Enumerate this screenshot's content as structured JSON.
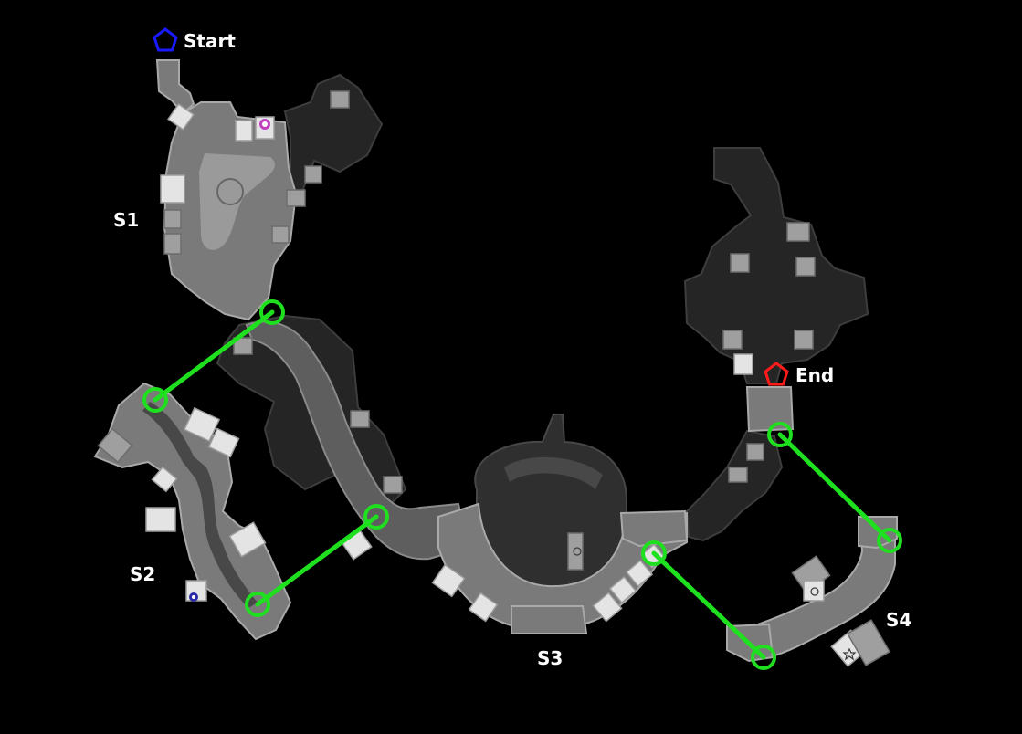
{
  "markers": {
    "start": {
      "label": "Start",
      "color": "#1a1aff",
      "icon": "pentagon-marker-icon"
    },
    "end": {
      "label": "End",
      "color": "#ff1a1a",
      "icon": "pentagon-marker-icon"
    }
  },
  "sections": [
    {
      "id": "s1",
      "label": "S1"
    },
    {
      "id": "s2",
      "label": "S2"
    },
    {
      "id": "s3",
      "label": "S3"
    },
    {
      "id": "s4",
      "label": "S4"
    }
  ],
  "route": {
    "color": "#1fe01f",
    "connections": [
      {
        "from": "s1",
        "to": "s2"
      },
      {
        "from": "s2",
        "to": "s3"
      },
      {
        "from": "s3",
        "to": "s4"
      },
      {
        "from": "s4",
        "to": "end"
      }
    ]
  },
  "colors": {
    "background": "#000000",
    "explored_floor": "#7a7a7a",
    "unexplored_floor": "#2f2f2f",
    "route": "#1fe01f",
    "start_marker": "#1a1aff",
    "end_marker": "#ff1a1a",
    "objective_icon": "#c040c0"
  },
  "icons": [
    "pentagon-marker-icon",
    "vendor-icon",
    "save-point-icon",
    "objective-icon",
    "waypoint-icon"
  ]
}
